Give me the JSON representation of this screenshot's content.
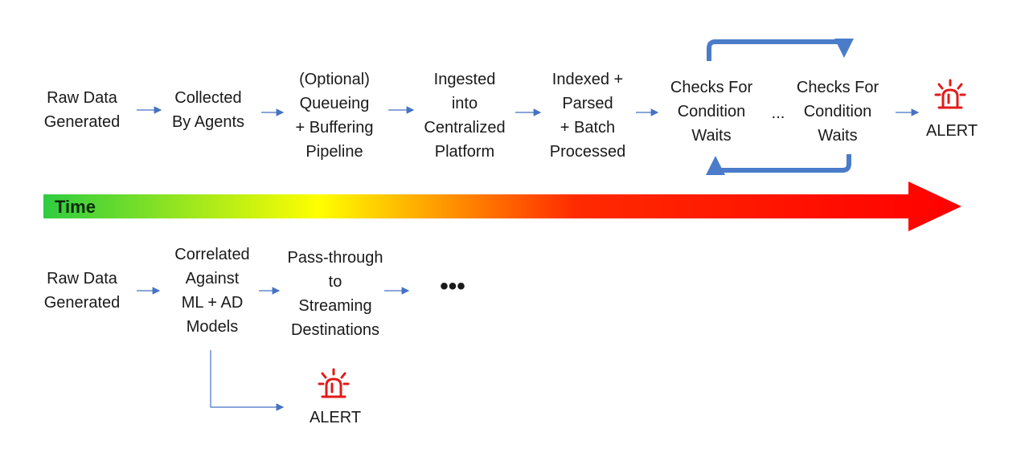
{
  "colors": {
    "arrow": "#4472c4",
    "loop": "#4a7cc9",
    "alert": "#e21b1b",
    "time_start": "#2ecc40",
    "time_mid": "#ffff00",
    "time_end": "#ff0000"
  },
  "top_row": {
    "steps": [
      "Raw Data\nGenerated",
      "Collected\nBy Agents",
      "(Optional)\nQueueing\n+ Buffering\nPipeline",
      "Ingested\ninto\nCentralized\nPlatform",
      "Indexed +\nParsed\n+ Batch\nProcessed",
      "Checks For\nCondition\nWaits",
      "Checks For\nCondition\nWaits"
    ],
    "ellipsis": "...",
    "alert": {
      "label": "ALERT",
      "icon": "siren-icon"
    }
  },
  "timeline": {
    "label": "Time"
  },
  "bottom_row": {
    "steps": [
      "Raw Data\nGenerated",
      "Correlated\nAgainst\nML + AD\nModels",
      "Pass-through\nto\nStreaming\nDestinations"
    ],
    "ellipsis": "•••",
    "alert": {
      "label": "ALERT",
      "icon": "siren-icon"
    }
  }
}
